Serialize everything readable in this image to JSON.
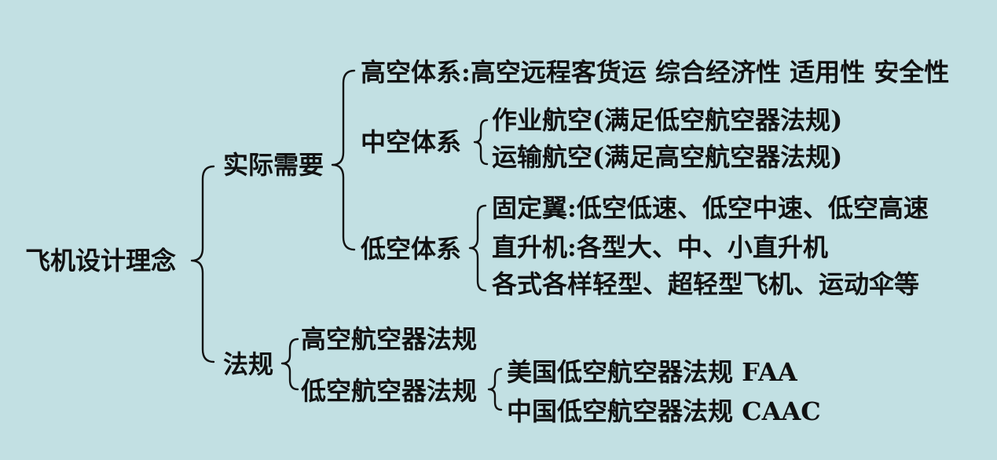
{
  "diagram": {
    "root": "飞机设计理念",
    "branches": {
      "practical": {
        "label": "实际需要",
        "high": {
          "label": "高空体系",
          "detail": ":高空远程客货运 综合经济性 适用性 安全性"
        },
        "mid": {
          "label": "中空体系",
          "items": [
            "作业航空(满足低空航空器法规)",
            "运输航空(满足高空航空器法规)"
          ]
        },
        "low": {
          "label": "低空体系",
          "items": [
            "固定翼:低空低速、低空中速、低空高速",
            "直升机:各型大、中、小直升机",
            "各式各样轻型、超轻型飞机、运动伞等"
          ]
        }
      },
      "regulations": {
        "label": "法规",
        "high": "高空航空器法规",
        "low": {
          "label": "低空航空器法规",
          "items": [
            "美国低空航空器法规 FAA",
            "中国低空航空器法规 CAAC"
          ]
        }
      }
    }
  }
}
